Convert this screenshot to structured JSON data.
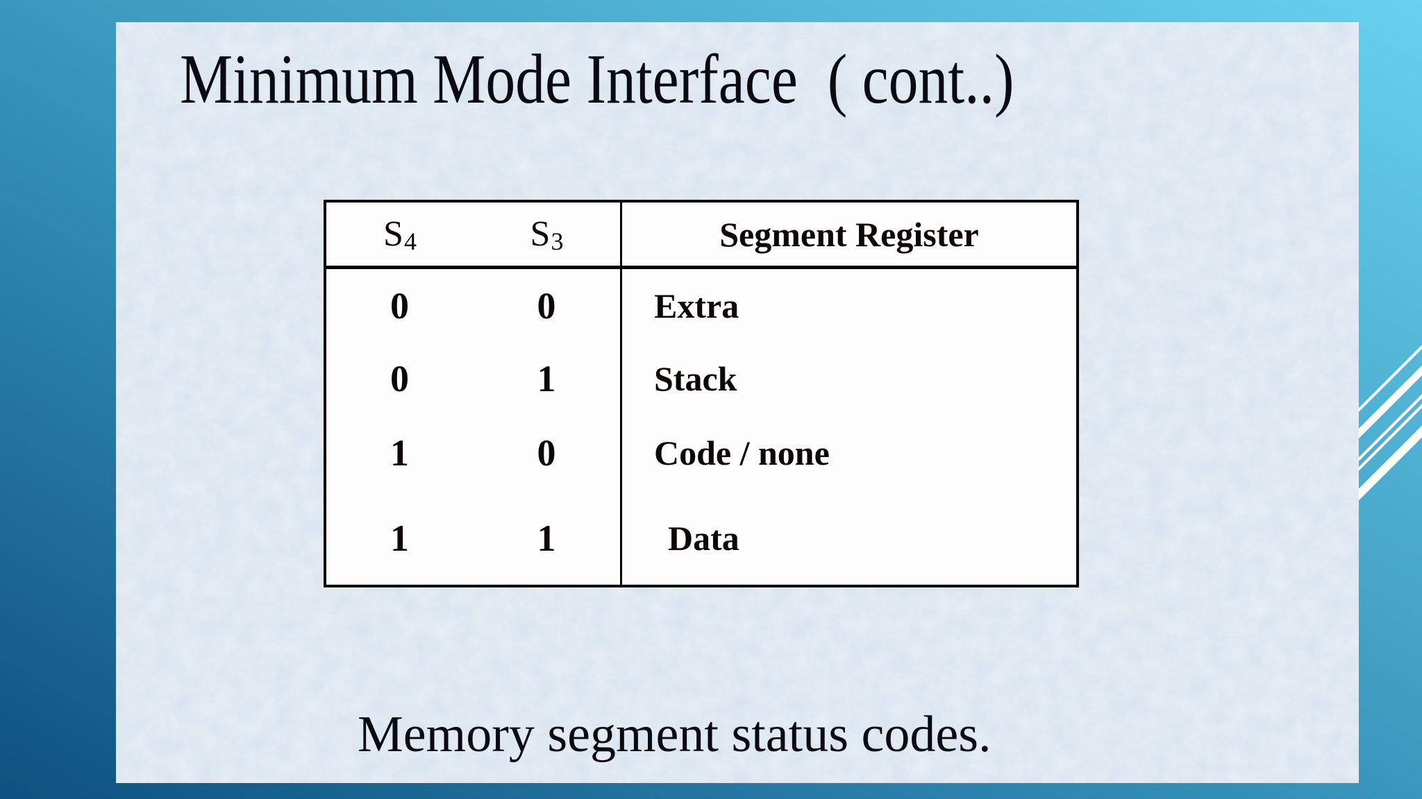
{
  "slide": {
    "title": "Minimum Mode Interface  ( cont..)",
    "caption": "Memory segment status codes."
  },
  "table": {
    "headers": {
      "s4": {
        "base": "S",
        "sub": "4"
      },
      "s3": {
        "base": "S",
        "sub": "3"
      },
      "segment_register": "Segment Register"
    },
    "rows": [
      {
        "s4": "0",
        "s3": "0",
        "segment": "Extra"
      },
      {
        "s4": "0",
        "s3": "1",
        "segment": "Stack"
      },
      {
        "s4": "1",
        "s3": "0",
        "segment": "Code / none"
      },
      {
        "s4": "1",
        "s3": "1",
        "segment": "Data"
      }
    ]
  },
  "chart_data": {
    "type": "table",
    "title": "Memory segment status codes.",
    "columns": [
      "S4",
      "S3",
      "Segment Register"
    ],
    "rows": [
      [
        "0",
        "0",
        "Extra"
      ],
      [
        "0",
        "1",
        "Stack"
      ],
      [
        "1",
        "0",
        "Code / none"
      ],
      [
        "1",
        "1",
        "Data"
      ]
    ]
  },
  "colors": {
    "background_gradient_top_right": "#68d1ee",
    "background_gradient_bottom_left": "#0e5180",
    "slide_background": "#d8e3ee",
    "table_background": "#fdfdfd",
    "table_border": "#000000",
    "text": "#0a0a12",
    "accent_lines": "#ffffff"
  }
}
